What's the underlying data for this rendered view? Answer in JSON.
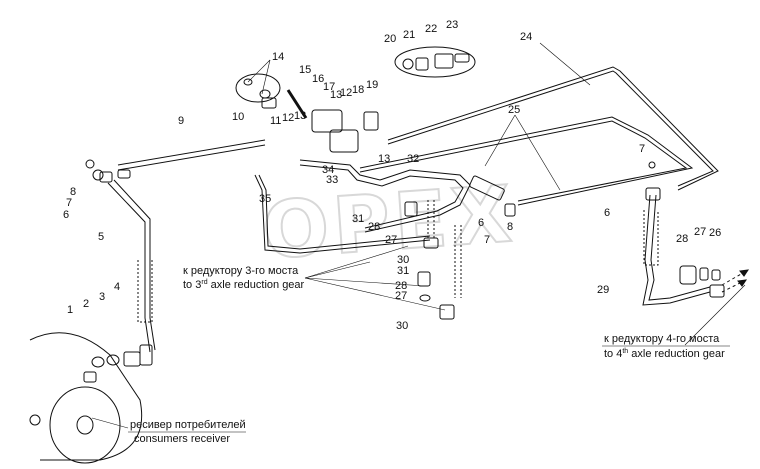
{
  "watermark": "OPEX",
  "callouts": {
    "c1": "1",
    "c2": "2",
    "c3": "3",
    "c4": "4",
    "c5": "5",
    "c6a": "6",
    "c6b": "6",
    "c6c": "6",
    "c7a": "7",
    "c7b": "7",
    "c7c": "7",
    "c8a": "8",
    "c8b": "8",
    "c9": "9",
    "c10": "10",
    "c11": "11",
    "c12a": "12",
    "c12b": "12",
    "c13a": "13",
    "c13b": "13",
    "c13c": "13",
    "c14": "14",
    "c15": "15",
    "c16": "16",
    "c17": "17",
    "c18": "18",
    "c19": "19",
    "c20": "20",
    "c21": "21",
    "c22": "22",
    "c23": "23",
    "c24": "24",
    "c25": "25",
    "c26": "26",
    "c27a": "27",
    "c27b": "27",
    "c27c": "27",
    "c28a": "28",
    "c28b": "28",
    "c28c": "28",
    "c29": "29",
    "c30a": "30",
    "c30b": "30",
    "c31a": "31",
    "c31b": "31",
    "c32": "32",
    "c33": "33",
    "c34": "34",
    "c35": "35"
  },
  "labels": {
    "axle3_ru": "к редуктору 3-го моста",
    "axle3_en": "to 3",
    "axle3_sup": "rd",
    "axle3_en_rest": " axle reduction gear",
    "axle4_ru": "к редуктору 4-го моста",
    "axle4_en": "to 4",
    "axle4_sup": "th",
    "axle4_en_rest": " axle reduction gear",
    "receiver_ru": "ресивер потребителей",
    "receiver_en": "consumers receiver"
  }
}
